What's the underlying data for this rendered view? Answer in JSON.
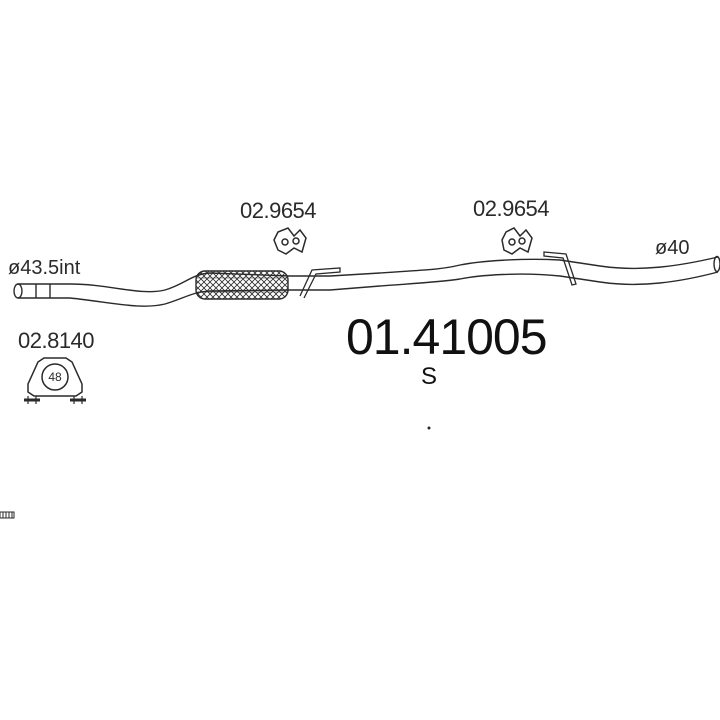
{
  "part_number": "01.41005",
  "variant": "S",
  "inlet": {
    "diameter_label": "ø43.5int"
  },
  "outlet": {
    "diameter_label": "ø40"
  },
  "hangers": [
    {
      "part_number": "02.9654"
    },
    {
      "part_number": "02.9654"
    }
  ],
  "clamp": {
    "part_number": "02.8140",
    "size": "48"
  },
  "colors": {
    "line": "#2a2a2a",
    "background": "#ffffff"
  }
}
